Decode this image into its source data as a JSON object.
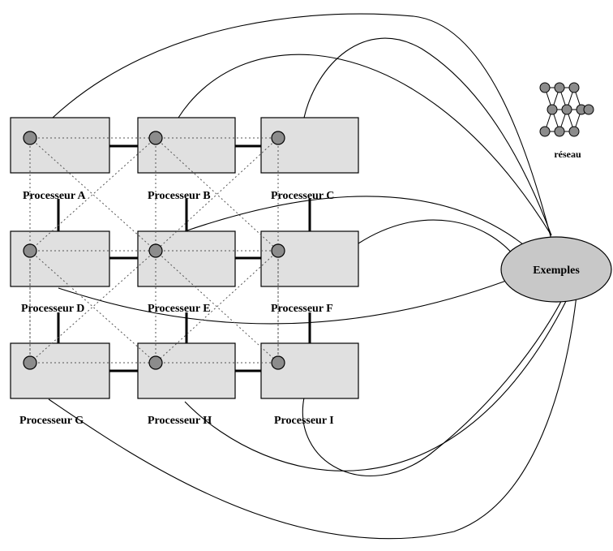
{
  "processors": [
    {
      "id": "A",
      "label": "Processeur A"
    },
    {
      "id": "B",
      "label": "Processeur B"
    },
    {
      "id": "C",
      "label": "Processeur C"
    },
    {
      "id": "D",
      "label": "Processeur D"
    },
    {
      "id": "E",
      "label": "Processeur E"
    },
    {
      "id": "F",
      "label": "Processeur F"
    },
    {
      "id": "G",
      "label": "Processeur G"
    },
    {
      "id": "H",
      "label": "Processeur H"
    },
    {
      "id": "I",
      "label": "Processeur I"
    }
  ],
  "hub": {
    "label": "Exemples"
  },
  "network_icon": {
    "label": "réseau"
  },
  "colors": {
    "box_fill": "#e0e0e0",
    "node_fill": "#8c8c8c",
    "hub_fill": "#c8c8c8",
    "stroke": "#000000"
  }
}
